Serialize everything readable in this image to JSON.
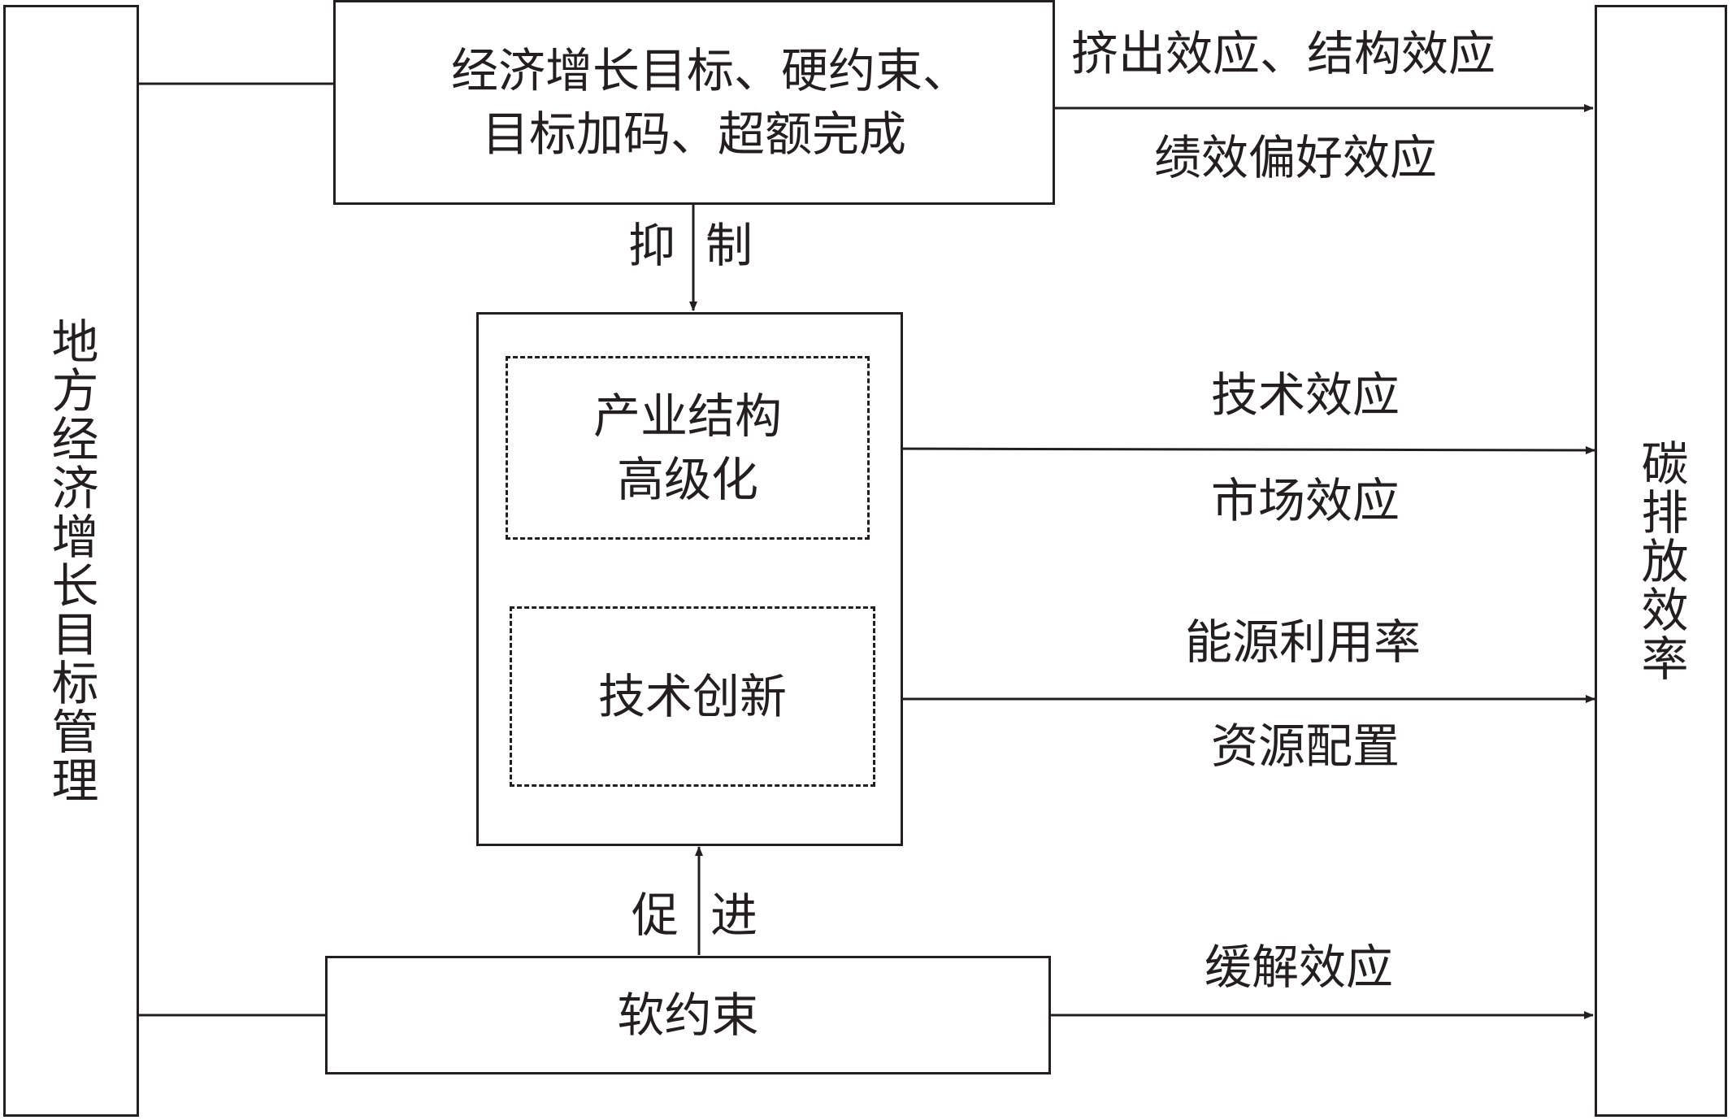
{
  "left_box": {
    "label": "地方经济增长目标管理"
  },
  "right_box": {
    "label": "碳排放效率"
  },
  "top_box": {
    "line1": "经济增长目标、硬约束、",
    "line2": "目标加码、超额完成"
  },
  "top_arrow": {
    "label_above": "挤出效应、结构效应",
    "label_below": "绩效偏好效应"
  },
  "inhibit": {
    "left": "抑",
    "right": "制"
  },
  "middle": {
    "upgrade": {
      "line1": "产业结构",
      "line2": "高级化"
    },
    "innovation": {
      "label": "技术创新"
    }
  },
  "upgrade_arrow": {
    "label_above": "技术效应",
    "label_below": "市场效应"
  },
  "innovation_arrow": {
    "label_above": "能源利用率",
    "label_below": "资源配置"
  },
  "promote": {
    "left": "促",
    "right": "进"
  },
  "bottom_box": {
    "label": "软约束"
  },
  "bottom_arrow": {
    "label_above": "缓解效应"
  },
  "colors": {
    "stroke": "#231f20",
    "background": "#ffffff"
  }
}
